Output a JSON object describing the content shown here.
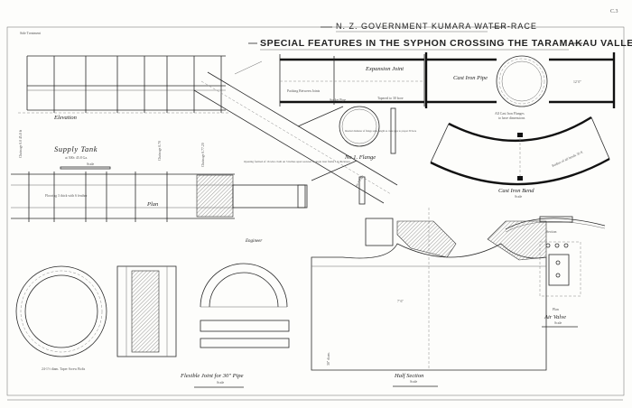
{
  "sheet": {
    "sheet_number": "C.3",
    "header_line": "N. Z. GOVERNMENT   KUMARA   WATER-RACE",
    "title": "SPECIAL FEATURES IN THE SYPHON CROSSING THE TARAMAKAU VALLEY",
    "top_left_note": "Side Treatment"
  },
  "supply_tank": {
    "elevation_label": "Elevation",
    "title": "Supply Tank",
    "capacity": "at 500c 45.8 Ga.",
    "scale_label": "Scale",
    "plan_label": "Plan",
    "chainage_left": "Chainage 0.0 45.8 ft",
    "chainage_mid": "Chainage 0.70",
    "chainage_right": "Chainage 0.77.20",
    "flooring_note": "Flooring 3 thick with 6 feather",
    "inlet_note": "Opening formed of 16 wire cloth on 3 inches apart secured to angle iron frame 1/4 thickness"
  },
  "expansion_joint": {
    "label": "Expansion Joint",
    "packing_note": "Packing Between Joints",
    "socket_label": "Socket Pipe",
    "spigot_label": "Tapered to 30 bore"
  },
  "flange": {
    "label": "No 1. Flange",
    "note": "Internal diameter of flange same length as cross pipe to proper 30 bore"
  },
  "cast_iron_pipe": {
    "label": "Cast Iron Pipe",
    "flanges_label": "All Cast Iron Flanges",
    "flanges_sub": "to have dimensions",
    "length": "12' 0\""
  },
  "cast_iron_bend": {
    "label": "Cast Iron Bend",
    "scale_label": "Scale",
    "radius_note": "Radius of all bends 30 ft"
  },
  "air_valve": {
    "section_label": "Section",
    "plan_label": "Plan",
    "title": "Air Valve",
    "scale_label": "Scale"
  },
  "flexible_joint": {
    "title": "Flexible Joint for 30\" Pipe",
    "bolts_note": "24-1½ diam. Taper Screw Bolts",
    "scale_label": "Scale"
  },
  "half_section": {
    "title": "Half Section",
    "scale_label": "Scale",
    "bore": "30\" diam.",
    "width": "7' 6\""
  },
  "signature": "Engineer"
}
